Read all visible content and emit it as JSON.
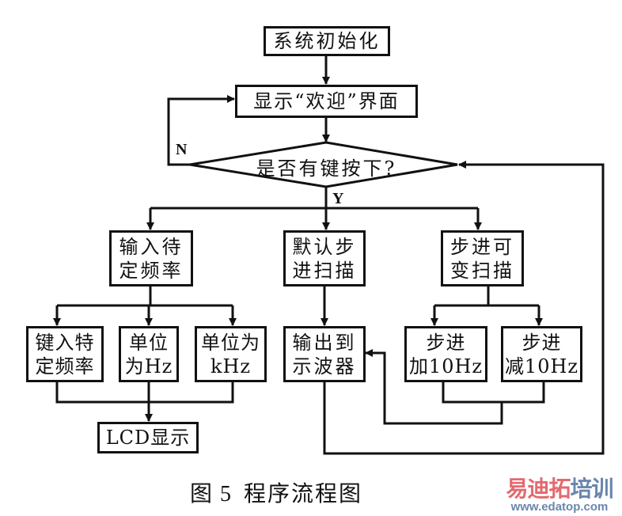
{
  "diagram": {
    "type": "flowchart",
    "nodes": {
      "init": {
        "lines": [
          "系统初始化"
        ]
      },
      "welcome": {
        "lines": [
          "显示“欢迎”界面"
        ]
      },
      "decision": {
        "lines": [
          "是否有键按下?"
        ]
      },
      "input_freq": {
        "lines": [
          "输入待",
          "定频率"
        ]
      },
      "default_scan": {
        "lines": [
          "默认步",
          "进扫描"
        ]
      },
      "variable_scan": {
        "lines": [
          "步进可",
          "变扫描"
        ]
      },
      "key_in_freq": {
        "lines": [
          "键入特",
          "定频率"
        ]
      },
      "unit_hz": {
        "lines": [
          "单位",
          "为Hz"
        ]
      },
      "unit_khz": {
        "lines": [
          "单位为",
          "kHz"
        ]
      },
      "output_scope": {
        "lines": [
          "输出到",
          "示波器"
        ]
      },
      "step_add": {
        "lines": [
          "步进",
          "加10Hz"
        ]
      },
      "step_sub": {
        "lines": [
          "步进",
          "减10Hz"
        ]
      },
      "lcd": {
        "lines": [
          "LCD显示"
        ]
      }
    },
    "edges": [
      {
        "from": "init",
        "to": "welcome"
      },
      {
        "from": "welcome",
        "to": "decision"
      },
      {
        "from": "decision",
        "to": "welcome",
        "label": "N"
      },
      {
        "from": "decision",
        "to": "input_freq",
        "label": "Y"
      },
      {
        "from": "decision",
        "to": "default_scan",
        "label": "Y"
      },
      {
        "from": "decision",
        "to": "variable_scan",
        "label": "Y"
      },
      {
        "from": "input_freq",
        "to": "key_in_freq"
      },
      {
        "from": "input_freq",
        "to": "unit_hz"
      },
      {
        "from": "input_freq",
        "to": "unit_khz"
      },
      {
        "from": "key_in_freq",
        "to": "lcd"
      },
      {
        "from": "unit_hz",
        "to": "lcd"
      },
      {
        "from": "unit_khz",
        "to": "lcd"
      },
      {
        "from": "default_scan",
        "to": "output_scope"
      },
      {
        "from": "variable_scan",
        "to": "step_add"
      },
      {
        "from": "variable_scan",
        "to": "step_sub"
      },
      {
        "from": "step_add",
        "to": "output_scope"
      },
      {
        "from": "step_sub",
        "to": "output_scope"
      },
      {
        "from": "output_scope",
        "to": "decision"
      }
    ],
    "edge_labels": {
      "no": "N",
      "yes": "Y"
    }
  },
  "caption": {
    "prefix": "图",
    "number": "5",
    "title": "程序流程图"
  },
  "watermark": {
    "chars_red": "易迪拓",
    "chars_blue": "培训",
    "url": "www.edatop.com",
    "color_red": "#e36a6f",
    "color_blue": "#6a86ad"
  }
}
